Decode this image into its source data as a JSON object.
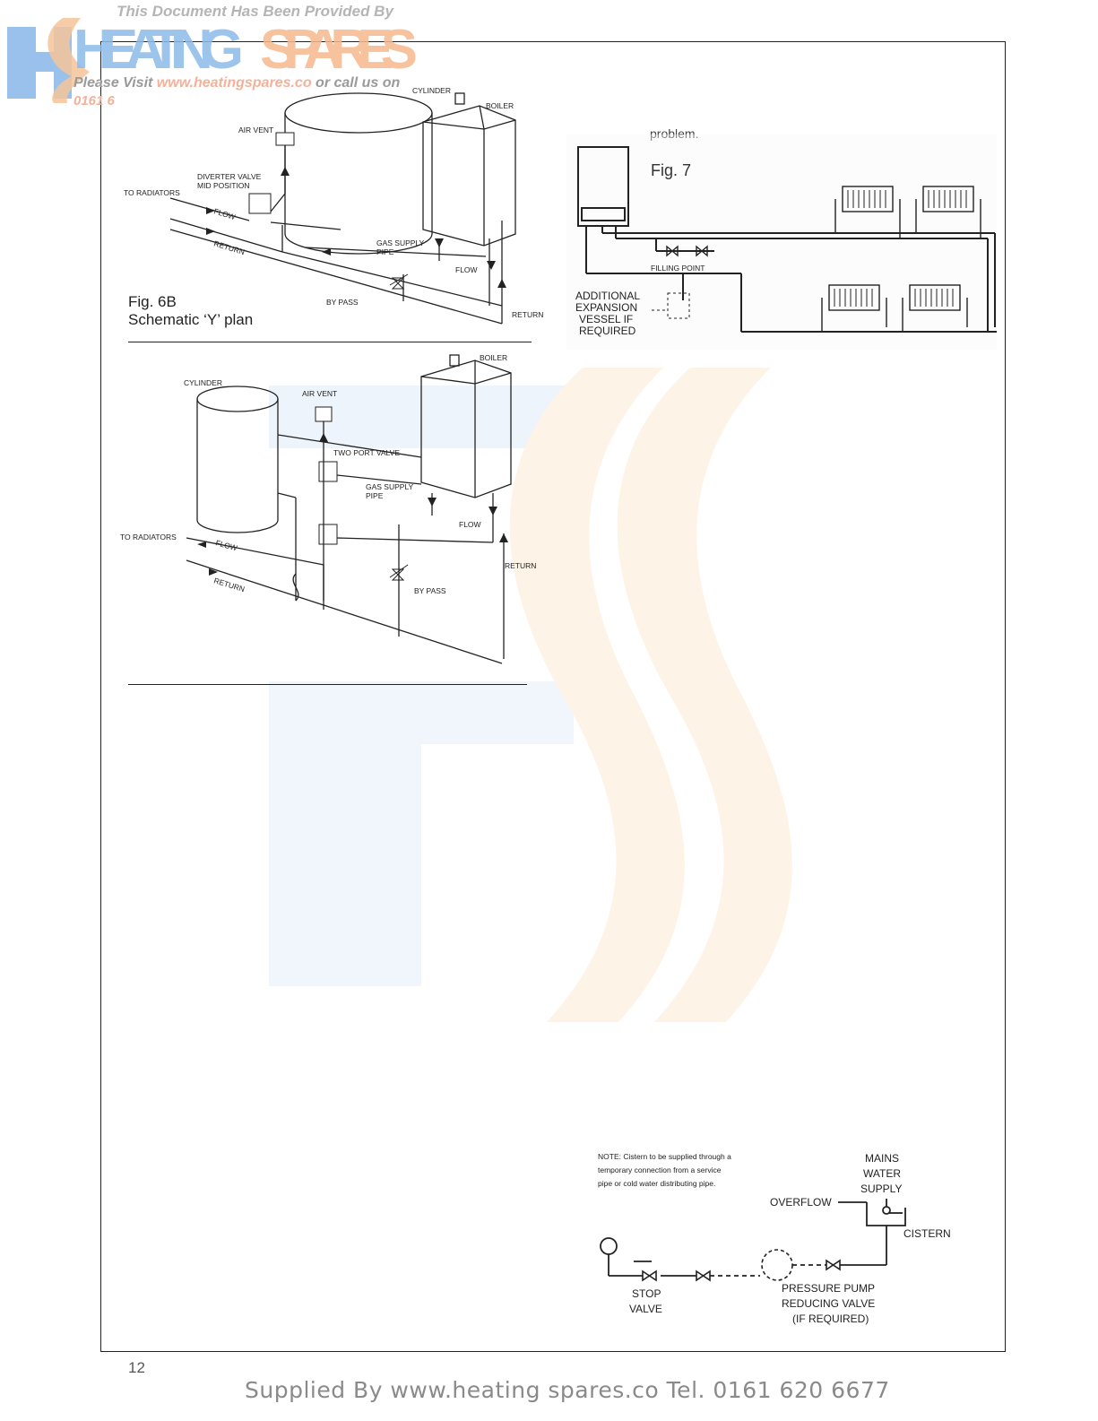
{
  "watermark": {
    "provided_by": "This Document Has Been Provided By",
    "logo_word1": "HEATING",
    "logo_word2": "SPARES",
    "visit_prefix": "Please Visit ",
    "visit_url": "www.heatingspares.co",
    "visit_suffix": " or call us on",
    "phone": "0161 6"
  },
  "fig6b": {
    "labels": {
      "cylinder": "CYLINDER",
      "boiler": "BOILER",
      "air_vent": "AIR VENT",
      "diverter1": "DIVERTER VALVE",
      "diverter2": "MID POSITION",
      "to_radiators": "TO RADIATORS",
      "flow1": "FLOW",
      "return1": "RETURN",
      "gas1": "GAS SUPPLY",
      "gas2": "PIPE",
      "flow2": "FLOW",
      "by_pass": "BY PASS",
      "return2": "RETURN"
    },
    "caption_line1": "Fig. 6B",
    "caption_line2": "Schematic ‘Y’ plan"
  },
  "fig6c": {
    "labels": {
      "cylinder": "CYLINDER",
      "boiler": "BOILER",
      "air_vent": "AIR VENT",
      "two_port": "TWO PORT VALVE",
      "gas1": "GAS SUPPLY",
      "gas2": "PIPE",
      "flow2": "FLOW",
      "to_radiators": "TO RADIATORS",
      "flow1": "FLOW",
      "return2": "RETURN",
      "by_pass": "BY PASS",
      "return1": "RETURN"
    }
  },
  "fig7": {
    "top_text": "problem.",
    "caption": "Fig. 7",
    "filling_point": "FILLING POINT",
    "additional": [
      "ADDITIONAL",
      "EXPANSION",
      "VESSEL IF",
      "REQUIRED"
    ]
  },
  "fig8": {
    "note": [
      "NOTE: Cistern to be supplied through a",
      "temporary connection from a service",
      "pipe or cold water distributing pipe."
    ],
    "mains": [
      "MAINS",
      "WATER",
      "SUPPLY"
    ],
    "overflow": "OVERFLOW",
    "cistern": "CISTERN",
    "stop": [
      "STOP",
      "VALVE"
    ],
    "pump": [
      "PRESSURE PUMP",
      "REDUCING VALVE",
      "(IF REQUIRED)"
    ]
  },
  "page_number": "12",
  "footer": "Supplied By www.heating spares.co  Tel. 0161 620 6677"
}
